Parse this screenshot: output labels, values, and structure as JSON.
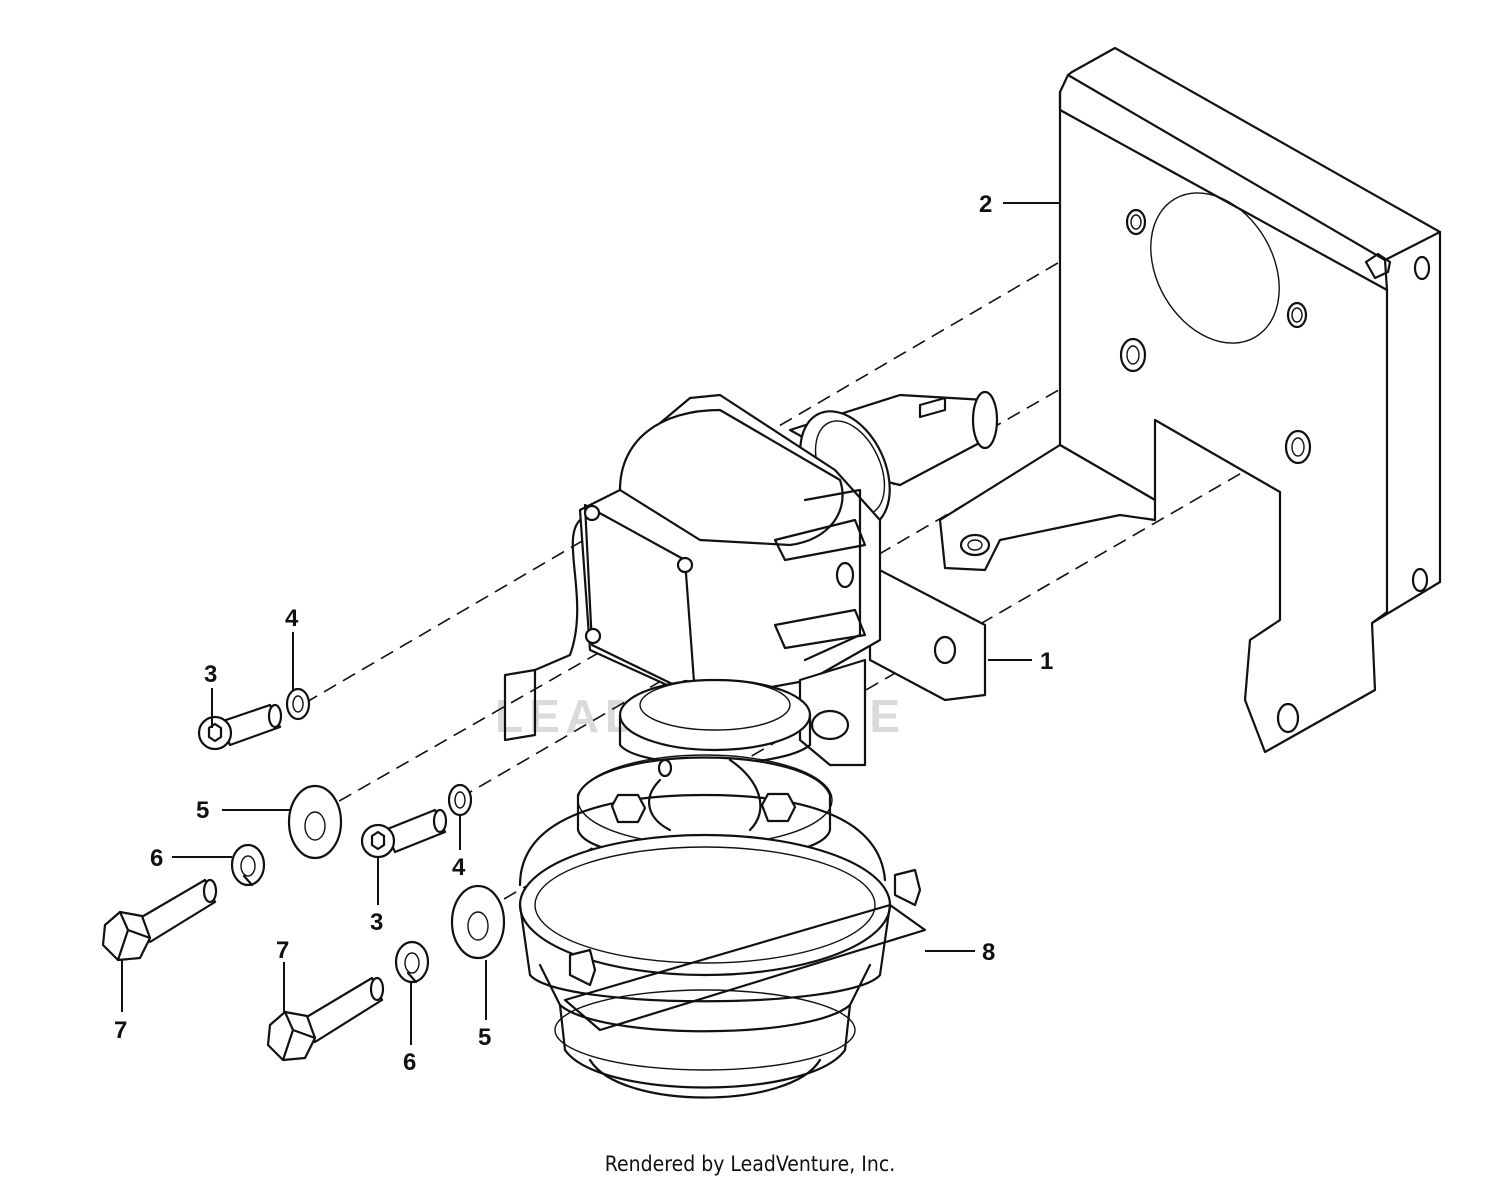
{
  "callouts": [
    {
      "id": "c1",
      "text": "1"
    },
    {
      "id": "c2",
      "text": "2"
    },
    {
      "id": "c3a",
      "text": "3"
    },
    {
      "id": "c3b",
      "text": "3"
    },
    {
      "id": "c4a",
      "text": "4"
    },
    {
      "id": "c4b",
      "text": "4"
    },
    {
      "id": "c5a",
      "text": "5"
    },
    {
      "id": "c5b",
      "text": "5"
    },
    {
      "id": "c6a",
      "text": "6"
    },
    {
      "id": "c6b",
      "text": "6"
    },
    {
      "id": "c7a",
      "text": "7"
    },
    {
      "id": "c7b",
      "text": "7"
    },
    {
      "id": "c8",
      "text": "8"
    }
  ],
  "watermark": "LEADVENTURE",
  "footer": "Rendered by LeadVenture, Inc."
}
